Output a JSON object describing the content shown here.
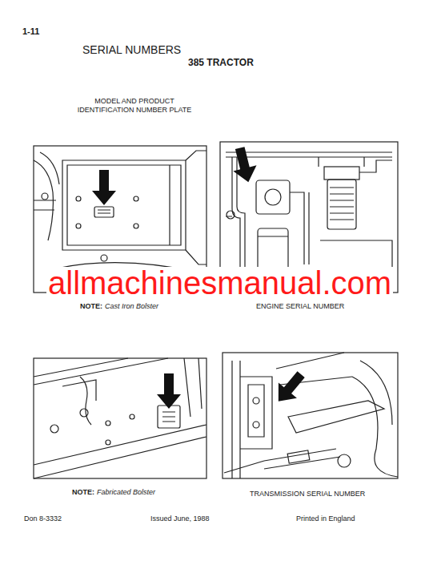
{
  "diagram": {
    "title": "SERIAL NUMBERS",
    "labels": [
      "1-11",
      "385 TRACTOR",
      "MODEL AND PRODUCT IDENTIFICATION NUMBER PLATE",
      "allmachinesmanual.com",
      "NOTE:",
      "Cast Iron Bolster",
      "ENGINE SERIAL NUMBER",
      "NOTE:",
      "Fabricated Bolster",
      "TRANSMISSION SERIAL NUMBER",
      "Don 8-3332",
      "Issued June, 1988",
      "Printed in England"
    ]
  }
}
